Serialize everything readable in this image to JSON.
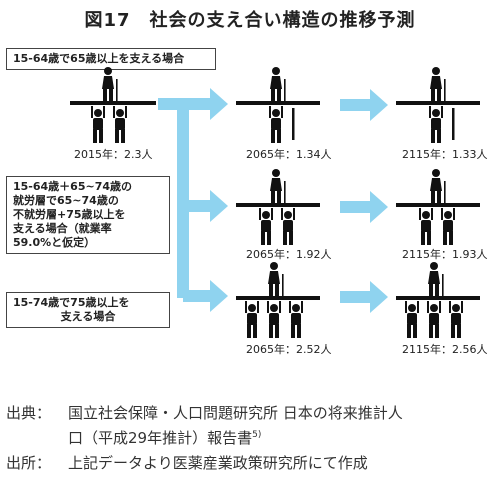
{
  "title": "図17　社会の支え合い構造の推移予測",
  "scenarios": [
    {
      "label_lines": [
        "15-64歳で65歳以上を支える場合"
      ]
    },
    {
      "label_lines": [
        "15-64歳＋65~74歳の",
        "就労層で65~74歳の",
        "不就労層+75歳以上を",
        "支える場合（就業率",
        "59.0%と仮定）"
      ]
    },
    {
      "label_lines": [
        "15-74歳で75歳以上を",
        "支える場合"
      ]
    }
  ],
  "ratios": {
    "current": "2015年：2.3人",
    "row1_2065": "2065年：1.34人",
    "row1_2115": "2115年：1.33人",
    "row2_2065": "2065年：1.92人",
    "row2_2115": "2115年：1.93人",
    "row3_2065": "2065年：2.52人",
    "row3_2115": "2115年：2.56人"
  },
  "footnotes": {
    "source_label": "出典：",
    "source_line1": "国立社会保障・人口問題研究所 日本の将来推計人",
    "source_line2": "口（平成29年推計）報告書",
    "source_ref": "5)",
    "origin_label": "出所：",
    "origin_text": "上記データより医薬産業政策研究所にて作成"
  },
  "colors": {
    "arrow": "#8fd3ef",
    "figure": "#111111"
  }
}
